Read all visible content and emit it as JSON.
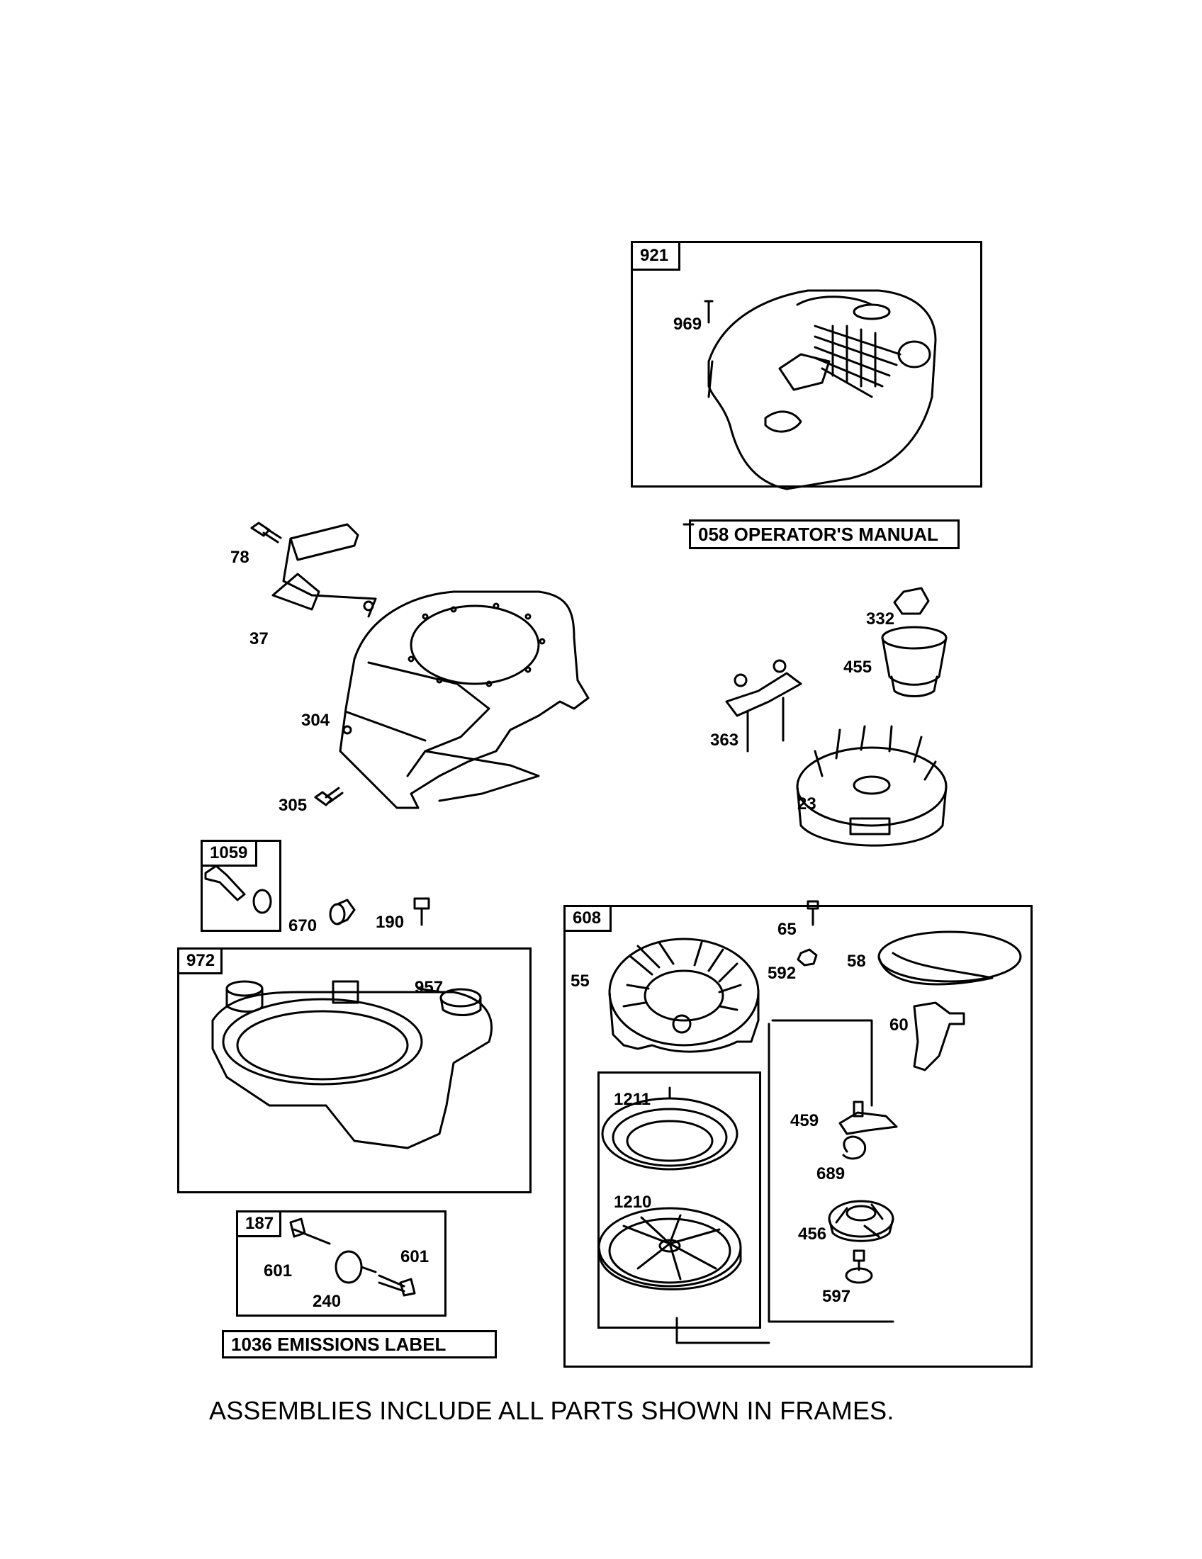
{
  "frames": {
    "f921": "921",
    "f1059": "1059",
    "f972": "972",
    "f187": "187",
    "f608": "608"
  },
  "tags": {
    "manual": "058 OPERATOR'S MANUAL",
    "emissions": "1036 EMISSIONS LABEL"
  },
  "parts": {
    "p969": "969",
    "p78": "78",
    "p37": "37",
    "p304": "304",
    "p305": "305",
    "p332": "332",
    "p455": "455",
    "p363": "363",
    "p23": "23",
    "p670": "670",
    "p190": "190",
    "p957": "957",
    "p601a": "601",
    "p601b": "601",
    "p240": "240",
    "p65": "65",
    "p592": "592",
    "p58": "58",
    "p55": "55",
    "p60": "60",
    "p1211": "1211",
    "p1210": "1210",
    "p459": "459",
    "p689": "689",
    "p456": "456",
    "p597": "597"
  },
  "footer": "ASSEMBLIES INCLUDE ALL PARTS SHOWN IN FRAMES."
}
